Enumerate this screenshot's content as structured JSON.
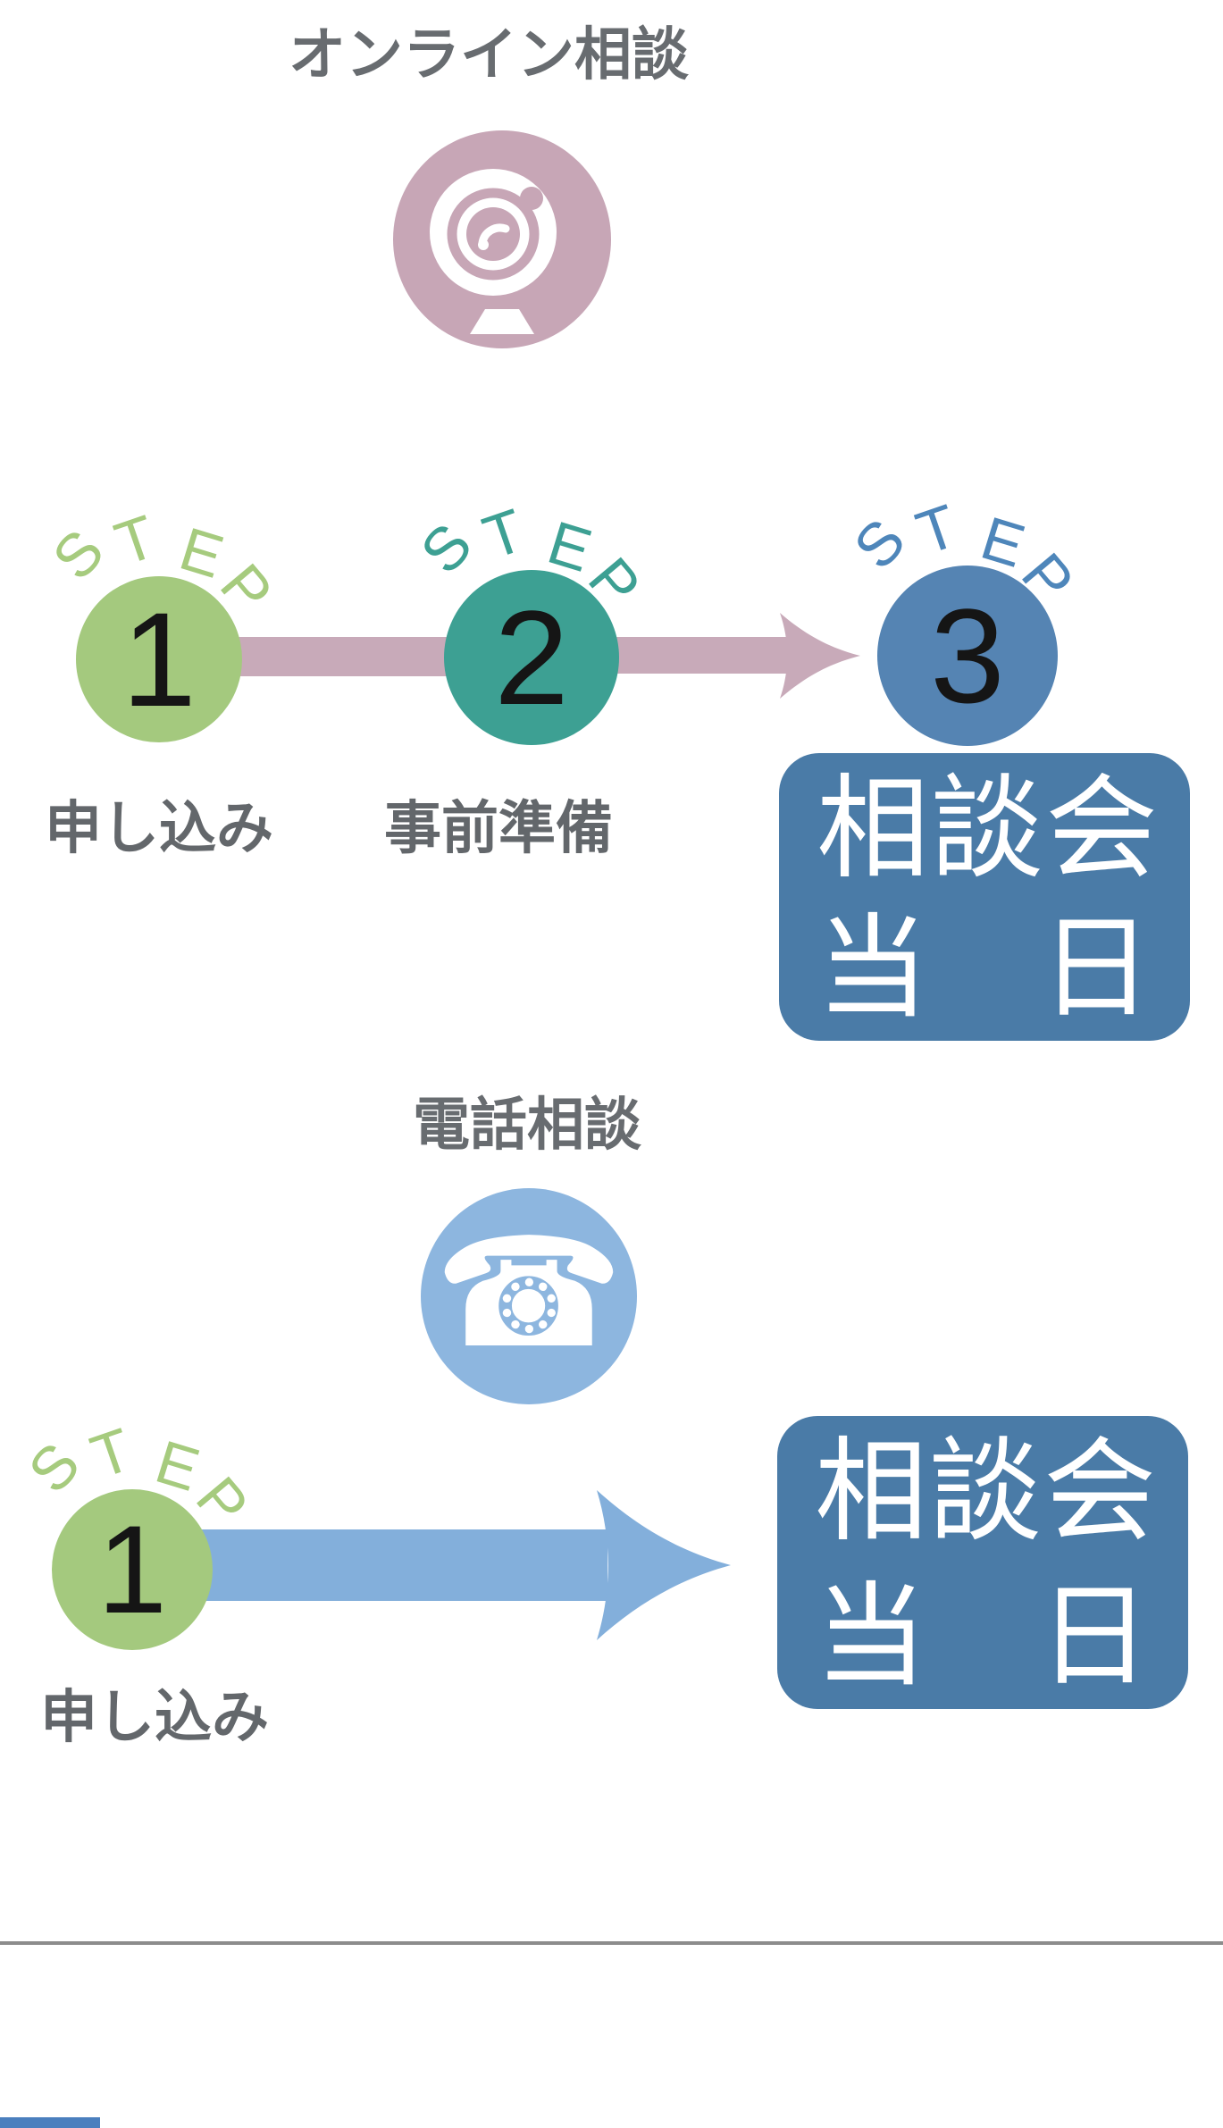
{
  "shared": {
    "step_letters": {
      "s": "S",
      "t": "T",
      "e": "E",
      "p": "P"
    }
  },
  "colors": {
    "mauve": "#c7a6b6",
    "mauve_arrow": "#c8aab9",
    "green": "#a4c97e",
    "teal": "#3da093",
    "step_blue": "#5584b3",
    "box_blue": "#4a7ba7",
    "light_blue": "#8db6df",
    "light_blue_arrow": "#83afdb",
    "text_gray": "#686c70",
    "divider_gray": "#8c8c8c"
  },
  "online": {
    "title": "オンライン相談",
    "steps": [
      {
        "number": "1",
        "label": "申し込み"
      },
      {
        "number": "2",
        "label": "事前準備"
      },
      {
        "number": "3"
      }
    ],
    "box": {
      "line1": "相談会",
      "l2a": "当",
      "l2b": "日"
    }
  },
  "phone": {
    "title": "電話相談",
    "steps": [
      {
        "number": "1",
        "label": "申し込み"
      }
    ],
    "box": {
      "line1": "相談会",
      "l2a": "当",
      "l2b": "日"
    }
  }
}
